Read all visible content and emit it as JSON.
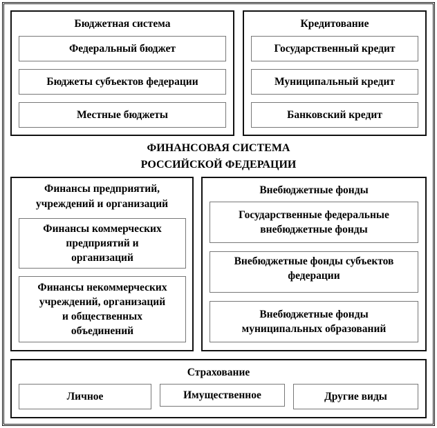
{
  "title": {
    "line1": "ФИНАНСОВАЯ СИСТЕМА",
    "line2": "РОССИЙСКОЙ ФЕДЕРАЦИИ"
  },
  "budget_system": {
    "title": "Бюджетная система",
    "items": [
      "Федеральный бюджет",
      "Бюджеты субъектов федерации",
      "Местные бюджеты"
    ]
  },
  "crediting": {
    "title": "Кредитование",
    "items": [
      "Государственный кредит",
      "Муниципальный кредит",
      "Банковский кредит"
    ]
  },
  "enterprise_finance": {
    "title_line1": "Финансы предприятий,",
    "title_line2": "учреждений и организаций",
    "items": [
      {
        "lines": [
          "Финансы коммерческих",
          "предприятий и",
          "организаций"
        ]
      },
      {
        "lines": [
          "Финансы некоммерческих",
          "учреждений, организаций",
          "и общественных",
          "объединений"
        ]
      }
    ]
  },
  "offbudget_funds": {
    "title": "Внебюджетные фонды",
    "items": [
      {
        "lines": [
          "Государственные федеральные",
          "внебюджетные фонды"
        ]
      },
      {
        "lines": [
          "Внебюджетные фонды субъектов",
          "федерации"
        ]
      },
      {
        "lines": [
          "Внебюджетные фонды",
          "муниципальных образований"
        ]
      }
    ]
  },
  "insurance": {
    "title": "Страхование",
    "items": [
      "Личное",
      "Имущественное",
      "Другие виды"
    ]
  }
}
